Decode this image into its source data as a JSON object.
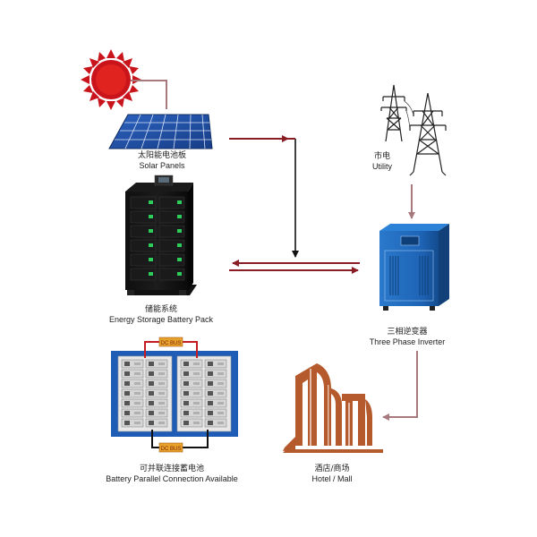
{
  "nodes": {
    "solar": {
      "label_cn": "太阳能电池板",
      "label_en": "Solar Panels"
    },
    "utility": {
      "label_cn": "市电",
      "label_en": "Utility"
    },
    "battery_pack": {
      "label_cn": "储能系统",
      "label_en": "Energy Storage Battery Pack"
    },
    "inverter": {
      "label_cn": "三相逆变器",
      "label_en": "Three Phase Inverter"
    },
    "parallel": {
      "label_cn": "可并联连接蓄电池",
      "label_en": "Battery Parallel Connection Available",
      "dc_bus_top": "DC BUS",
      "dc_bus_bottom": "DC BUS"
    },
    "hotel": {
      "label_cn": "酒店/商场",
      "label_en": "Hotel / Mall"
    }
  },
  "colors": {
    "arrow_red": "#8b1e24",
    "arrow_pink": "#a8797c",
    "arrow_black": "#111111",
    "inverter_blue": "#1f67b8",
    "building_brown": "#b45a2c",
    "solar_blue": "#1c4fa3",
    "sun_red": "#c9141c"
  },
  "icons": [
    "sun-icon",
    "solar-panel-icon",
    "power-tower-icon",
    "battery-cabinet-icon",
    "inverter-cabinet-icon",
    "battery-rack-icon",
    "building-icon"
  ]
}
